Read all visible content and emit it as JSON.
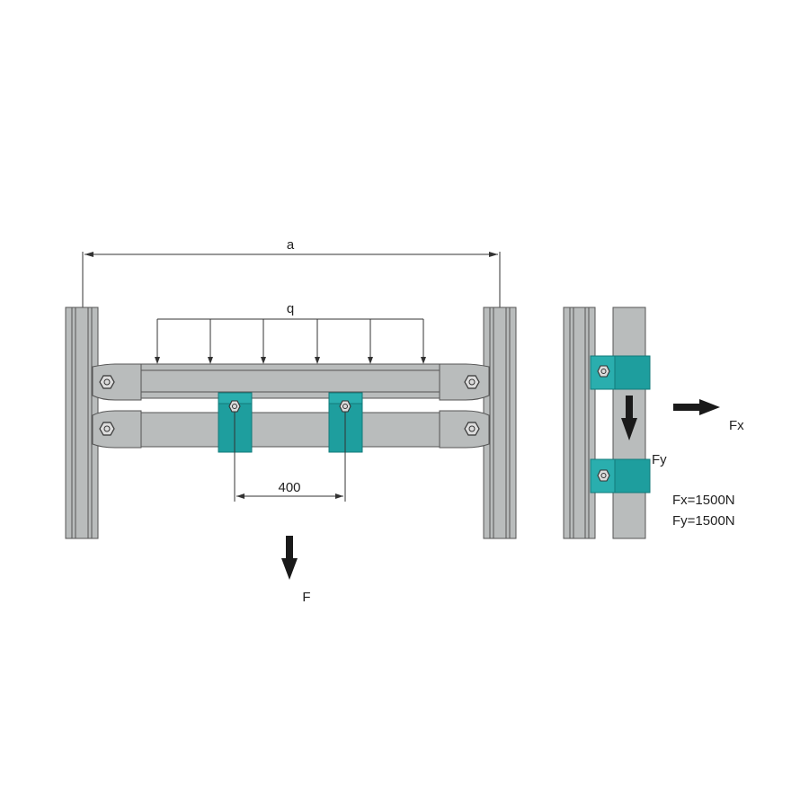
{
  "labels": {
    "span": "a",
    "distributed_load": "q",
    "clamp_spacing": "400",
    "force": "F",
    "force_x": "Fx",
    "force_y": "Fy",
    "fx_value": "Fx=1500N",
    "fy_value": "Fy=1500N"
  },
  "colors": {
    "profile": "#b9bcbc",
    "profile_dark": "#9a9d9d",
    "clamp": "#1e9e9e",
    "clamp_dark": "#117a7a",
    "arrow": "#1a1a1a"
  }
}
